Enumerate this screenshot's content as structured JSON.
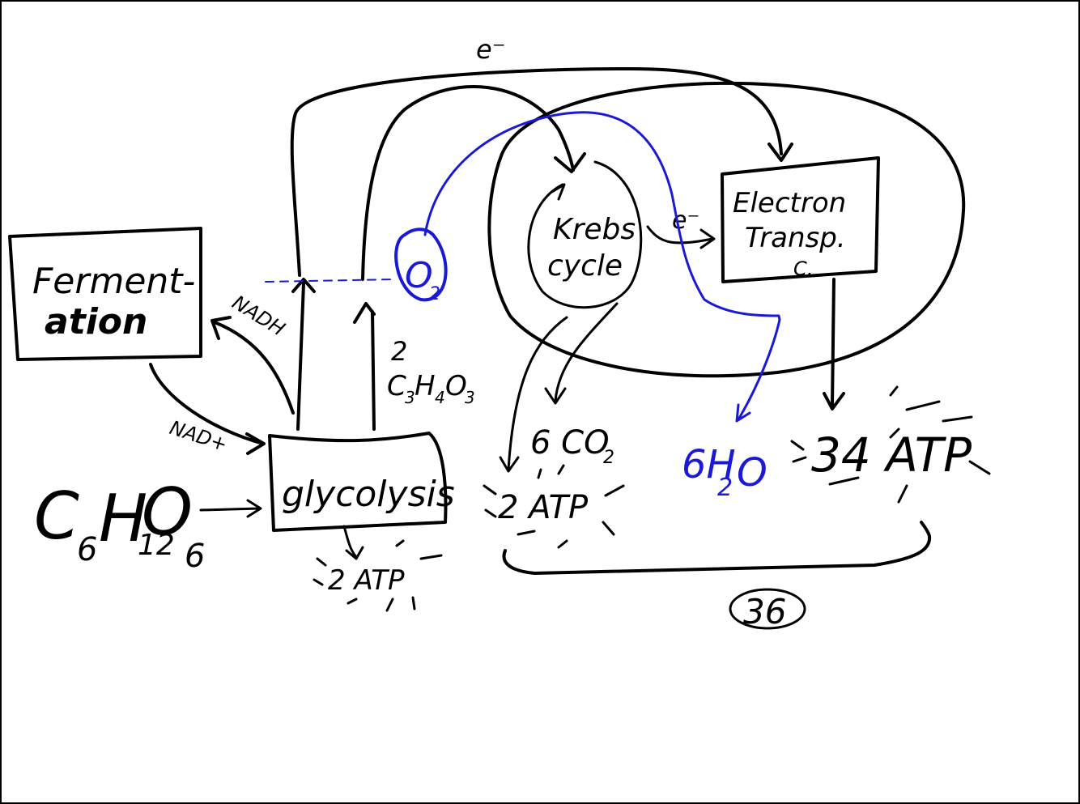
{
  "diagram": {
    "colors": {
      "ink": "#000000",
      "blue_ink": "#1a1ad6",
      "background": "#ffffff"
    },
    "fermentation": {
      "line1": "Ferment-",
      "line2": "ation"
    },
    "glycolysis": {
      "label": "glycolysis"
    },
    "glucose": {
      "c": "C",
      "c_sub": "6",
      "h": "H",
      "h_sub": "12",
      "o": "O",
      "o_sub": "6"
    },
    "nad_plus": "NAD+",
    "nadh": "NADH",
    "pyruvate": {
      "coef": "2",
      "formula": "C",
      "sub1": "3",
      "h": "H",
      "sub2": "4",
      "o": "O",
      "sub3": "3"
    },
    "electrons_top": "e⁻",
    "electrons_mid": "e⁻",
    "krebs": {
      "line1": "Krebs",
      "line2": "cycle"
    },
    "etc": {
      "line1": "Electron",
      "line2": "Transp.",
      "line3": "C."
    },
    "oxygen": {
      "o": "O",
      "sub": "2"
    },
    "co2": {
      "text": "6 CO",
      "sub": "2"
    },
    "water": {
      "text": "6H",
      "sub": "2",
      "o": "O"
    },
    "atp_glycolysis": "2 ATP",
    "atp_krebs": "2 ATP",
    "atp_etc": "34 ATP",
    "atp_total": "36"
  }
}
